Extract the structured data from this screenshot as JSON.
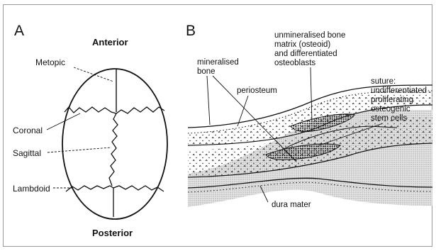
{
  "panel_a": {
    "letter": "A",
    "anterior": "Anterior",
    "posterior": "Posterior",
    "sutures": {
      "metopic": "Metopic",
      "coronal": "Coronal",
      "sagittal": "Sagittal",
      "lambdoid": "Lambdoid"
    }
  },
  "panel_b": {
    "letter": "B",
    "mineralised_bone": [
      "mineralised",
      "bone"
    ],
    "unmineralised": [
      "unmineralised bone",
      "matrix (osteoid)",
      "and differentiated",
      "osteoblasts"
    ],
    "periosteum": "periosteum",
    "suture": [
      "suture:",
      "undifferentiated",
      "proliferating",
      "osteogenic",
      "stem cells"
    ],
    "dura_mater": "dura mater"
  },
  "colors": {
    "line": "#111111",
    "dura_stipple": "#bdbdbd",
    "frame": "#999999"
  }
}
